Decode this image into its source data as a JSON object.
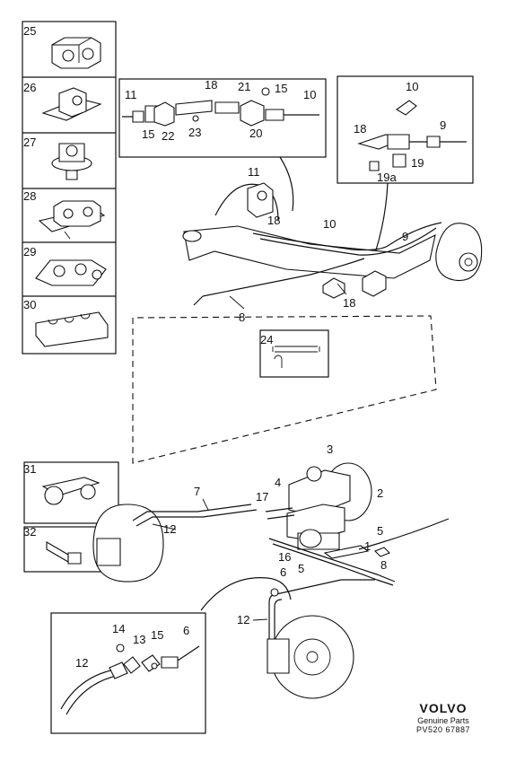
{
  "callouts": {
    "c25": "25",
    "c26": "26",
    "c27": "27",
    "c28": "28",
    "c29": "29",
    "c30": "30",
    "c31": "31",
    "c32": "32",
    "d1_11": "11",
    "d1_15a": "15",
    "d1_22": "22",
    "d1_23": "23",
    "d1_18": "18",
    "d1_21": "21",
    "d1_15b": "15",
    "d1_10": "10",
    "d1_20": "20",
    "d2_10": "10",
    "d2_18": "18",
    "d2_9": "9",
    "d2_19": "19",
    "d2_19a": "19a",
    "m_11": "11",
    "m_18a": "18",
    "m_10": "10",
    "m_9": "9",
    "m_8": "8",
    "m_18b": "18",
    "m_24": "24",
    "l_3": "3",
    "l_2": "2",
    "l_4": "4",
    "l_17": "17",
    "l_7": "7",
    "l_12a": "12",
    "l_5a": "5",
    "l_16": "16",
    "l_5b": "5",
    "l_1": "1",
    "l_8": "8",
    "l_6": "6",
    "l_12b": "12",
    "d3_14": "14",
    "d3_13": "13",
    "d3_15": "15",
    "d3_6": "6",
    "d3_12": "12"
  },
  "brand": {
    "logo": "VOLVO",
    "tagline": "Genuine Parts",
    "code": "PV520 67887"
  }
}
